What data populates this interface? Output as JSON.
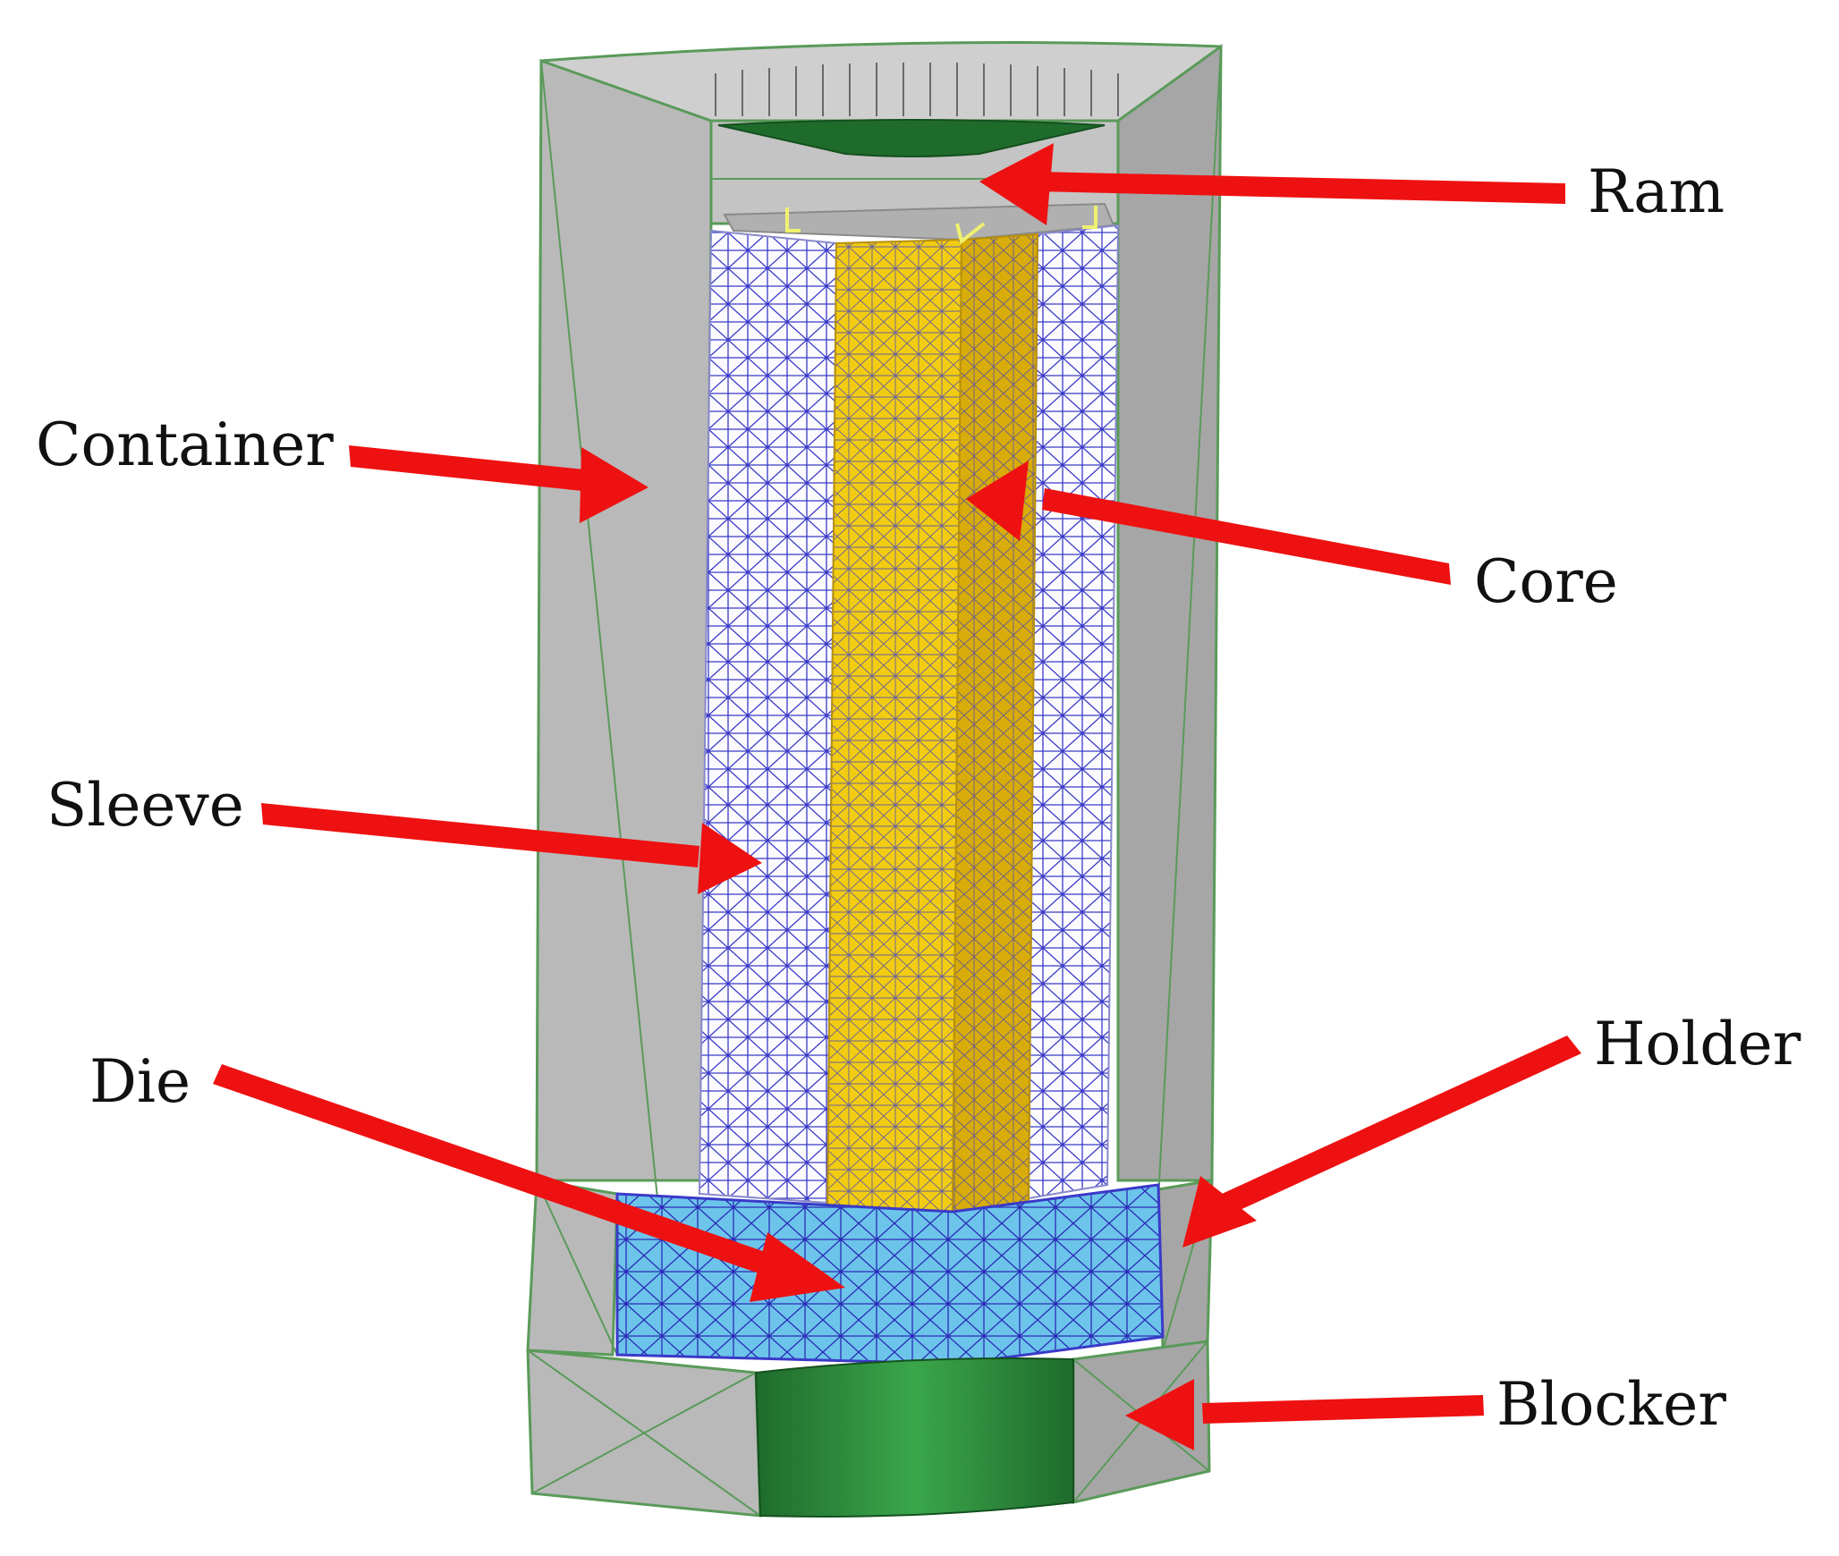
{
  "figure": {
    "labels": {
      "ram": "Ram",
      "container": "Container",
      "core": "Core",
      "sleeve": "Sleeve",
      "holder": "Holder",
      "die": "Die",
      "blocker": "Blocker"
    },
    "colors": {
      "steel_gray": "#b9b9b9",
      "steel_gray_dark": "#a6a6a6",
      "steel_gray_light": "#cfcfcf",
      "outline_green": "#5a9a5a",
      "ram_green": "#1f6b2c",
      "blocker_green": "#2e8b3a",
      "core_yellow": "#f2cc12",
      "core_yellow_shade": "#d8ac0a",
      "sleeve_white": "#fbfbff",
      "mesh_blue": "#3a3ac8",
      "die_blue": "#6cc4ea",
      "arrow_red": "#ee1111",
      "marker_yellow": "#f0f070"
    },
    "icons": [
      "red-arrow",
      "mesh-pattern",
      "boundary-condition-marker"
    ]
  }
}
